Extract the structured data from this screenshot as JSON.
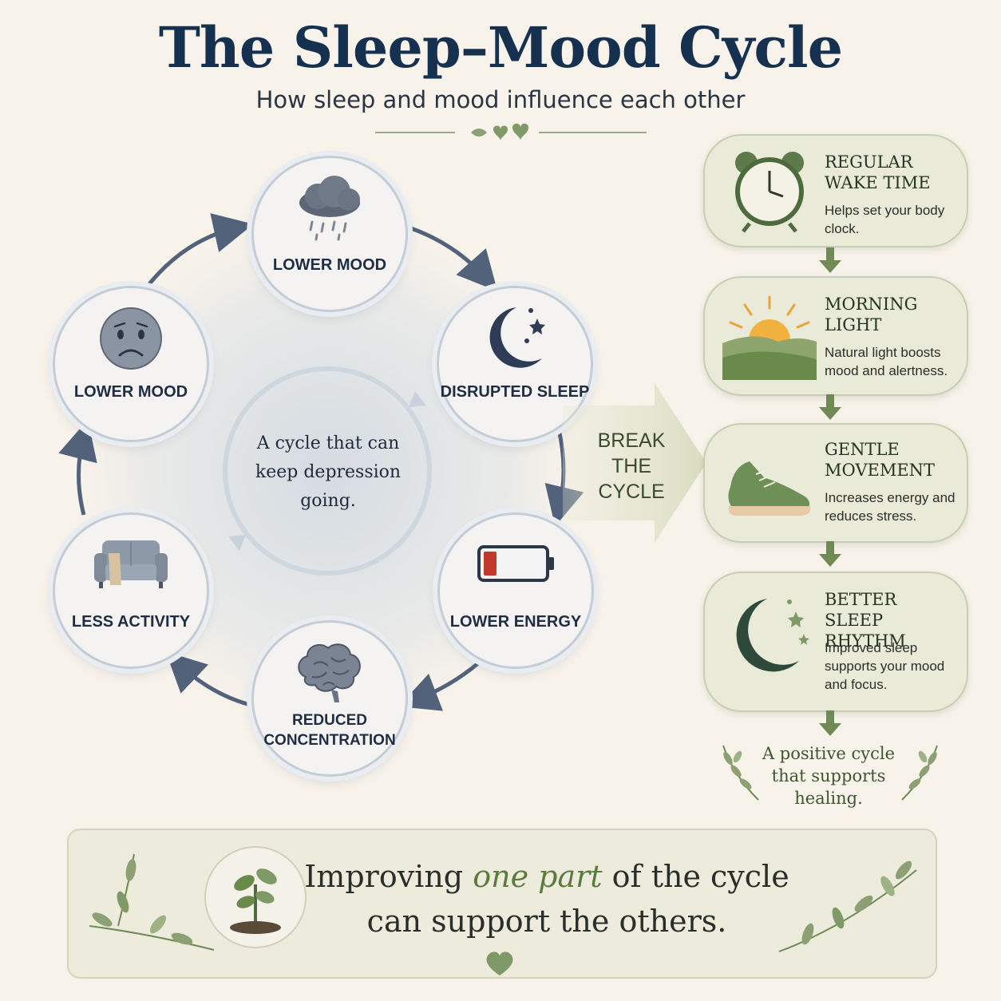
{
  "header": {
    "title": "The Sleep–Mood Cycle",
    "subtitle": "How sleep and mood influence each other"
  },
  "cycle": {
    "center_text": "A cycle that can keep depression going.",
    "nodes": [
      {
        "id": "lower-mood-top",
        "label": "LOWER MOOD",
        "icon": "rain-cloud-icon"
      },
      {
        "id": "disrupted-sleep",
        "label": "DISRUPTED SLEEP",
        "icon": "moon-stars-icon"
      },
      {
        "id": "lower-energy",
        "label": "LOWER ENERGY",
        "icon": "low-battery-icon"
      },
      {
        "id": "reduced-concentration",
        "label": "REDUCED CONCENTRATION",
        "icon": "brain-icon"
      },
      {
        "id": "less-activity",
        "label": "LESS ACTIVITY",
        "icon": "couch-icon"
      },
      {
        "id": "lower-mood-left",
        "label": "LOWER MOOD",
        "icon": "sad-face-icon"
      }
    ]
  },
  "break": {
    "label": "BREAK THE CYCLE"
  },
  "steps": [
    {
      "title": "REGULAR\nWAKE TIME",
      "description": "Helps set your body clock.",
      "icon": "alarm-clock-icon"
    },
    {
      "title": "MORNING\nLIGHT",
      "description": "Natural light boosts mood and alertness.",
      "icon": "sunrise-icon"
    },
    {
      "title": "GENTLE\nMOVEMENT",
      "description": "Increases energy and reduces stress.",
      "icon": "sneaker-icon"
    },
    {
      "title": "BETTER\nSLEEP RHYTHM",
      "description": "Improved sleep supports your mood and focus.",
      "icon": "crescent-moon-icon"
    }
  ],
  "positive_text": "A positive cycle that supports healing.",
  "footer": {
    "text_before": "Improving",
    "text_accent": "one part",
    "text_after": "of the cycle",
    "line2": "can support the others.",
    "icon": "seedling-icon"
  },
  "colors": {
    "background": "#f7f2ea",
    "navy": "#16304f",
    "sage": "#6f8a55",
    "card": "#e9ead8",
    "arrow": "#51627a"
  }
}
